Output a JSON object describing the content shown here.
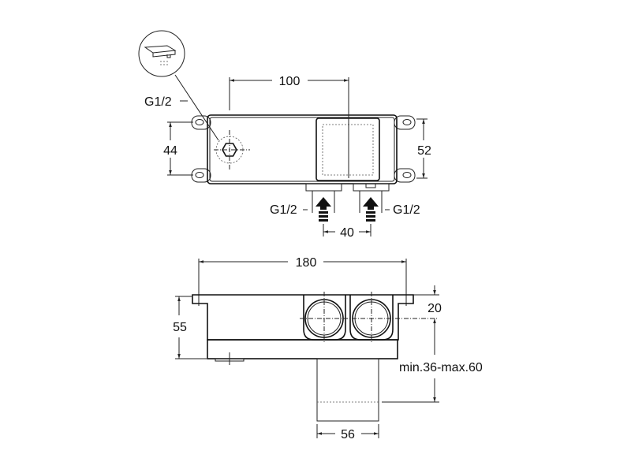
{
  "top_view": {
    "width_dim": "100",
    "height_dim_left": "44",
    "height_dim_right": "52",
    "outlet_label": "G1/2",
    "inlet_left_label": "G1/2",
    "inlet_right_label": "G1/2",
    "inlet_spacing_dim": "40",
    "outlet_icon": "shower-spout-icon"
  },
  "side_view": {
    "overall_width_dim": "180",
    "height_dim": "55",
    "inlet_center_dim": "20",
    "depth_range_dim": "min.36-max.60",
    "sleeve_width_dim": "56"
  },
  "colors": {
    "line": "#111111",
    "background": "#ffffff"
  }
}
